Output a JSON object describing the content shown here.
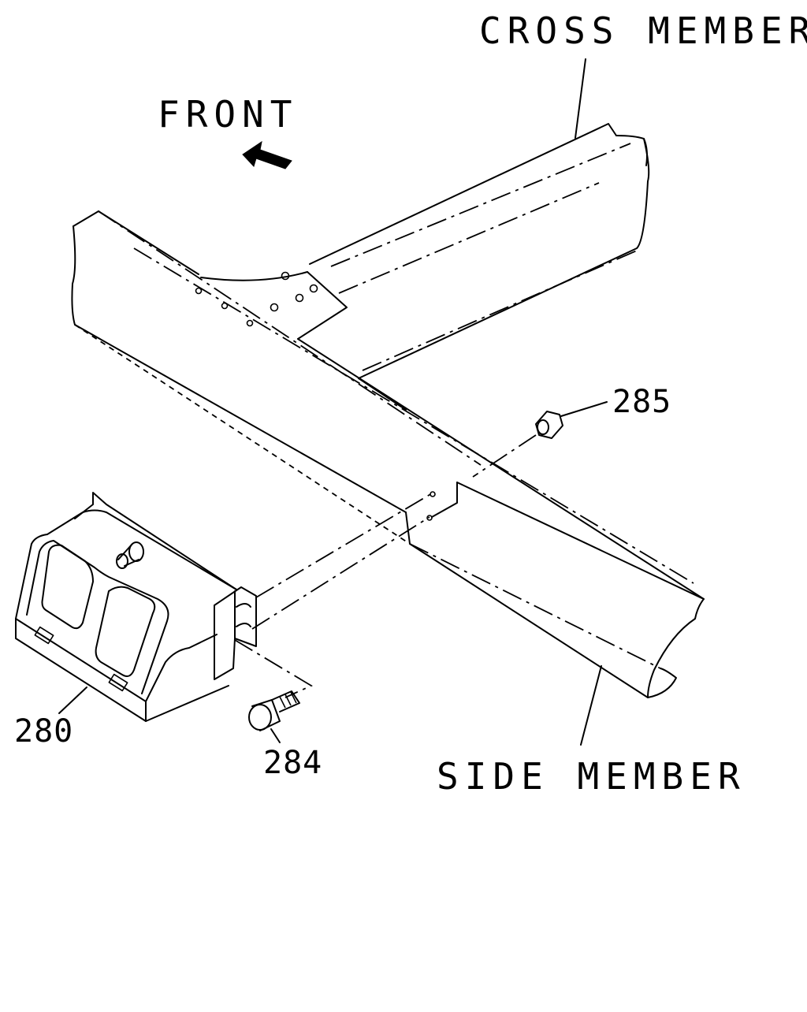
{
  "labels": {
    "cross_member": "CROSS MEMBER",
    "front": "FRONT",
    "side_member": "SIDE MEMBER"
  },
  "parts": {
    "p280": "280",
    "p284": "284",
    "p285": "285"
  },
  "colors": {
    "line": "#000000",
    "background": "#ffffff"
  },
  "icons": {
    "front_arrow": "front-arrow-icon"
  }
}
